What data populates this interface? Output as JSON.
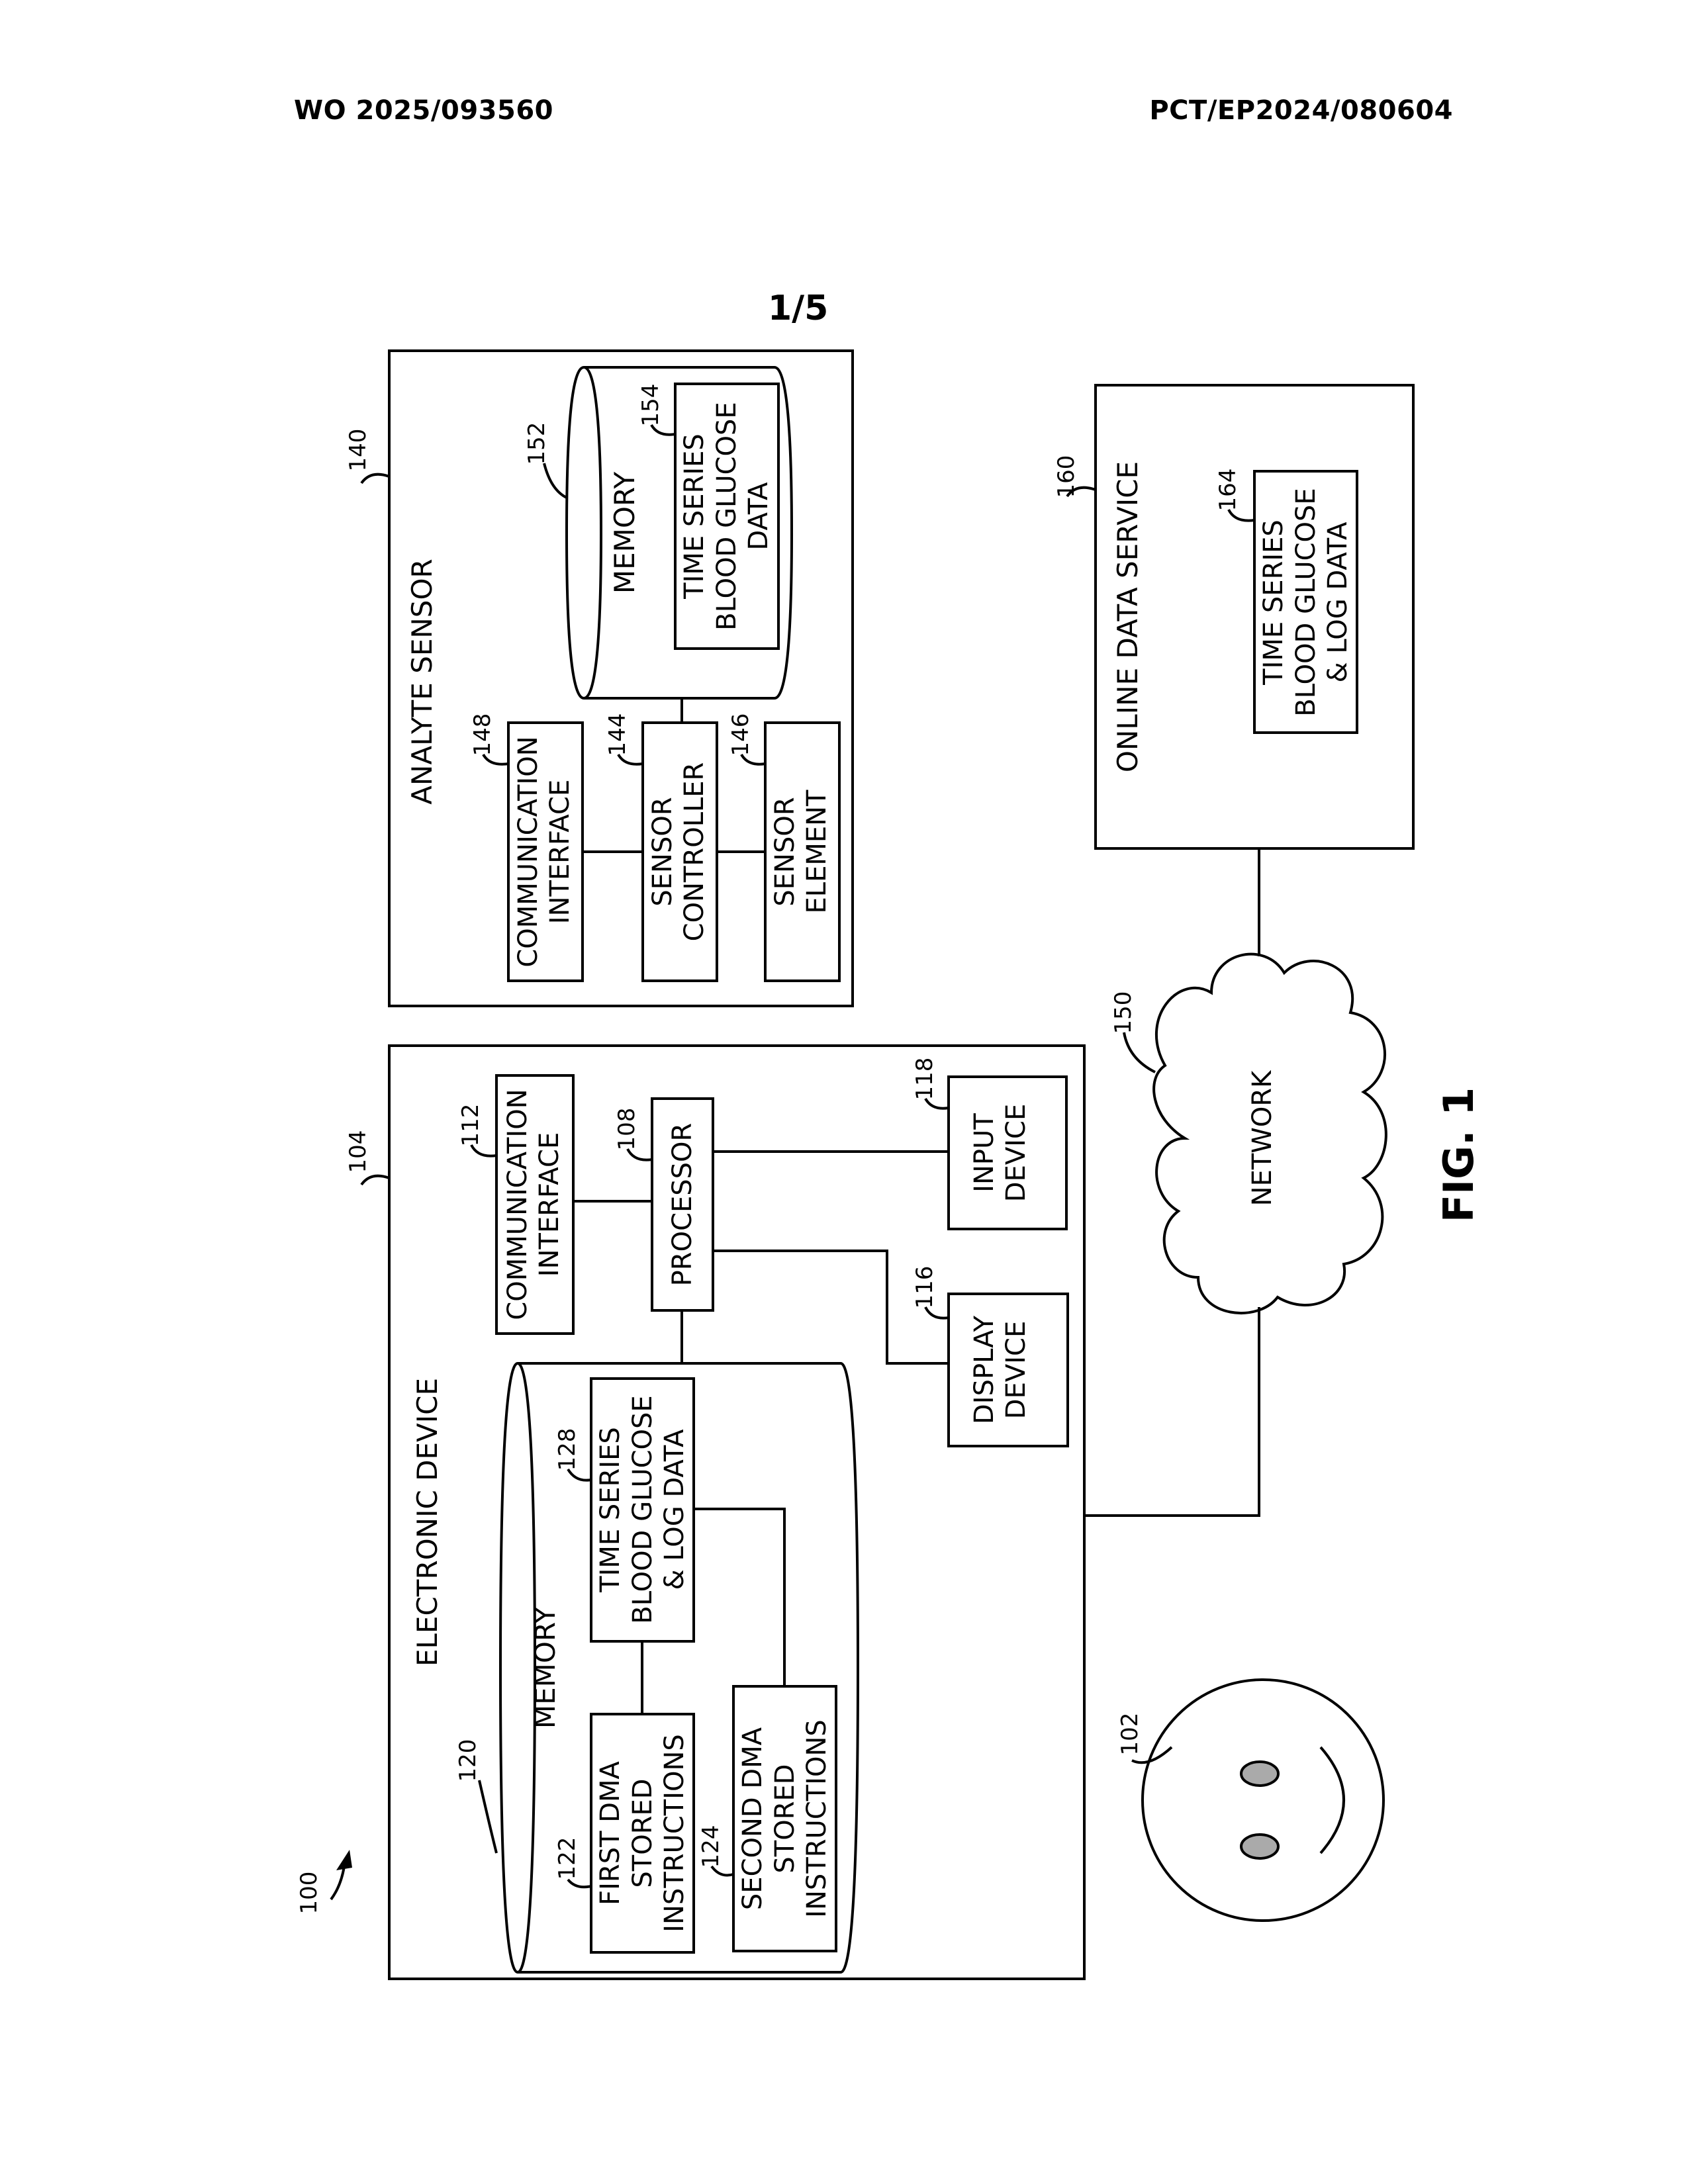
{
  "header": {
    "publication_number": "WO 2025/093560",
    "application_number": "PCT/EP2024/080604"
  },
  "sheet": "1/5",
  "figure_label": "FIG. 1",
  "refs": {
    "system": "100",
    "user": "102",
    "electronic_device": "104",
    "processor": "108",
    "communication_interface": "112",
    "display_device": "116",
    "input_device": "118",
    "memory": "120",
    "first_dma": "122",
    "second_dma": "124",
    "time_series_log": "128",
    "analyte_sensor": "140",
    "sensor_controller": "144",
    "sensor_element": "146",
    "sensor_comm_interface": "148",
    "network": "150",
    "sensor_memory": "152",
    "sensor_time_series": "154",
    "online_data_service": "160",
    "online_time_series": "164"
  },
  "labels": {
    "electronic_device": "ELECTRONIC DEVICE",
    "memory": "MEMORY",
    "first_dma": [
      "FIRST DMA",
      "STORED",
      "INSTRUCTIONS"
    ],
    "second_dma": [
      "SECOND DMA",
      "STORED",
      "INSTRUCTIONS"
    ],
    "time_series_log": [
      "TIME SERIES",
      "BLOOD GLUCOSE",
      "& LOG DATA"
    ],
    "processor": "PROCESSOR",
    "communication_interface": [
      "COMMUNICATION",
      "INTERFACE"
    ],
    "display_device": [
      "DISPLAY",
      "DEVICE"
    ],
    "input_device": [
      "INPUT",
      "DEVICE"
    ],
    "analyte_sensor": "ANALYTE SENSOR",
    "sensor_comm_interface": [
      "COMMUNICATION",
      "INTERFACE"
    ],
    "sensor_controller": [
      "SENSOR",
      "CONTROLLER"
    ],
    "sensor_element": [
      "SENSOR",
      "ELEMENT"
    ],
    "sensor_time_series": [
      "TIME SERIES",
      "BLOOD GLUCOSE",
      "DATA"
    ],
    "network": "NETWORK",
    "online_data_service": "ONLINE DATA SERVICE",
    "online_time_series": [
      "TIME SERIES",
      "BLOOD GLUCOSE",
      "& LOG DATA"
    ]
  }
}
